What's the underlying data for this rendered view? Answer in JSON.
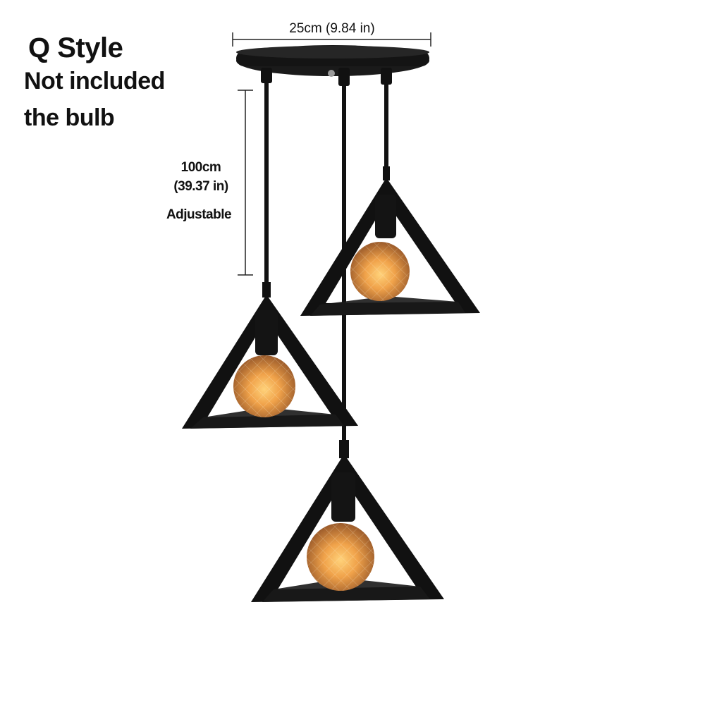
{
  "product": {
    "style_title": "Q Style",
    "note_line1": "Not included",
    "note_line2": "the bulb"
  },
  "dimensions": {
    "width_label": "25cm (9.84 in)",
    "cord_length_cm": "100cm",
    "cord_length_in": "(39.37 in)",
    "adjustable_label": "Adjustable"
  },
  "colors": {
    "fixture": "#121212",
    "bulb_glow": "#f0a24a",
    "background": "#ffffff"
  },
  "lamps": [
    {
      "id": "pendant-upper-right",
      "shape": "triangle-icon"
    },
    {
      "id": "pendant-middle-left",
      "shape": "triangle-icon"
    },
    {
      "id": "pendant-bottom-center",
      "shape": "triangle-icon"
    }
  ]
}
